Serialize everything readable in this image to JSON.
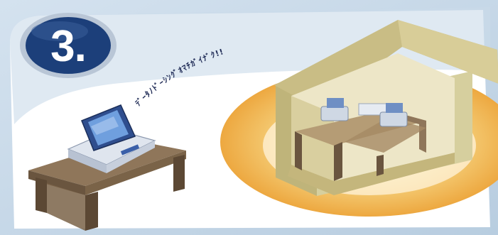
{
  "step": {
    "number": "3."
  },
  "caption": {
    "arc_text": "ﾃﾞｰﾀﾉﾄﾞｰｼﾝｸﾞｵﾏﾁｶﾞｲﾅﾞｸ!!"
  },
  "colors": {
    "background_frame": "#c5d7e8",
    "badge_fill": "#1c3f7a",
    "badge_ring": "#b9c6d6",
    "halo": "#f2c05a",
    "house_roof": "#c9bd85",
    "house_wall": "#d6cf9e",
    "table_top": "#8f765a",
    "table_side": "#6a553f",
    "device_body": "#e9edf3",
    "device_screen": "#3a5fa8"
  },
  "icons": [
    "step-badge",
    "handheld-terminal-icon",
    "wooden-table-icon",
    "warehouse-icon",
    "shelf-rack-icon",
    "wireless-data-arc"
  ]
}
